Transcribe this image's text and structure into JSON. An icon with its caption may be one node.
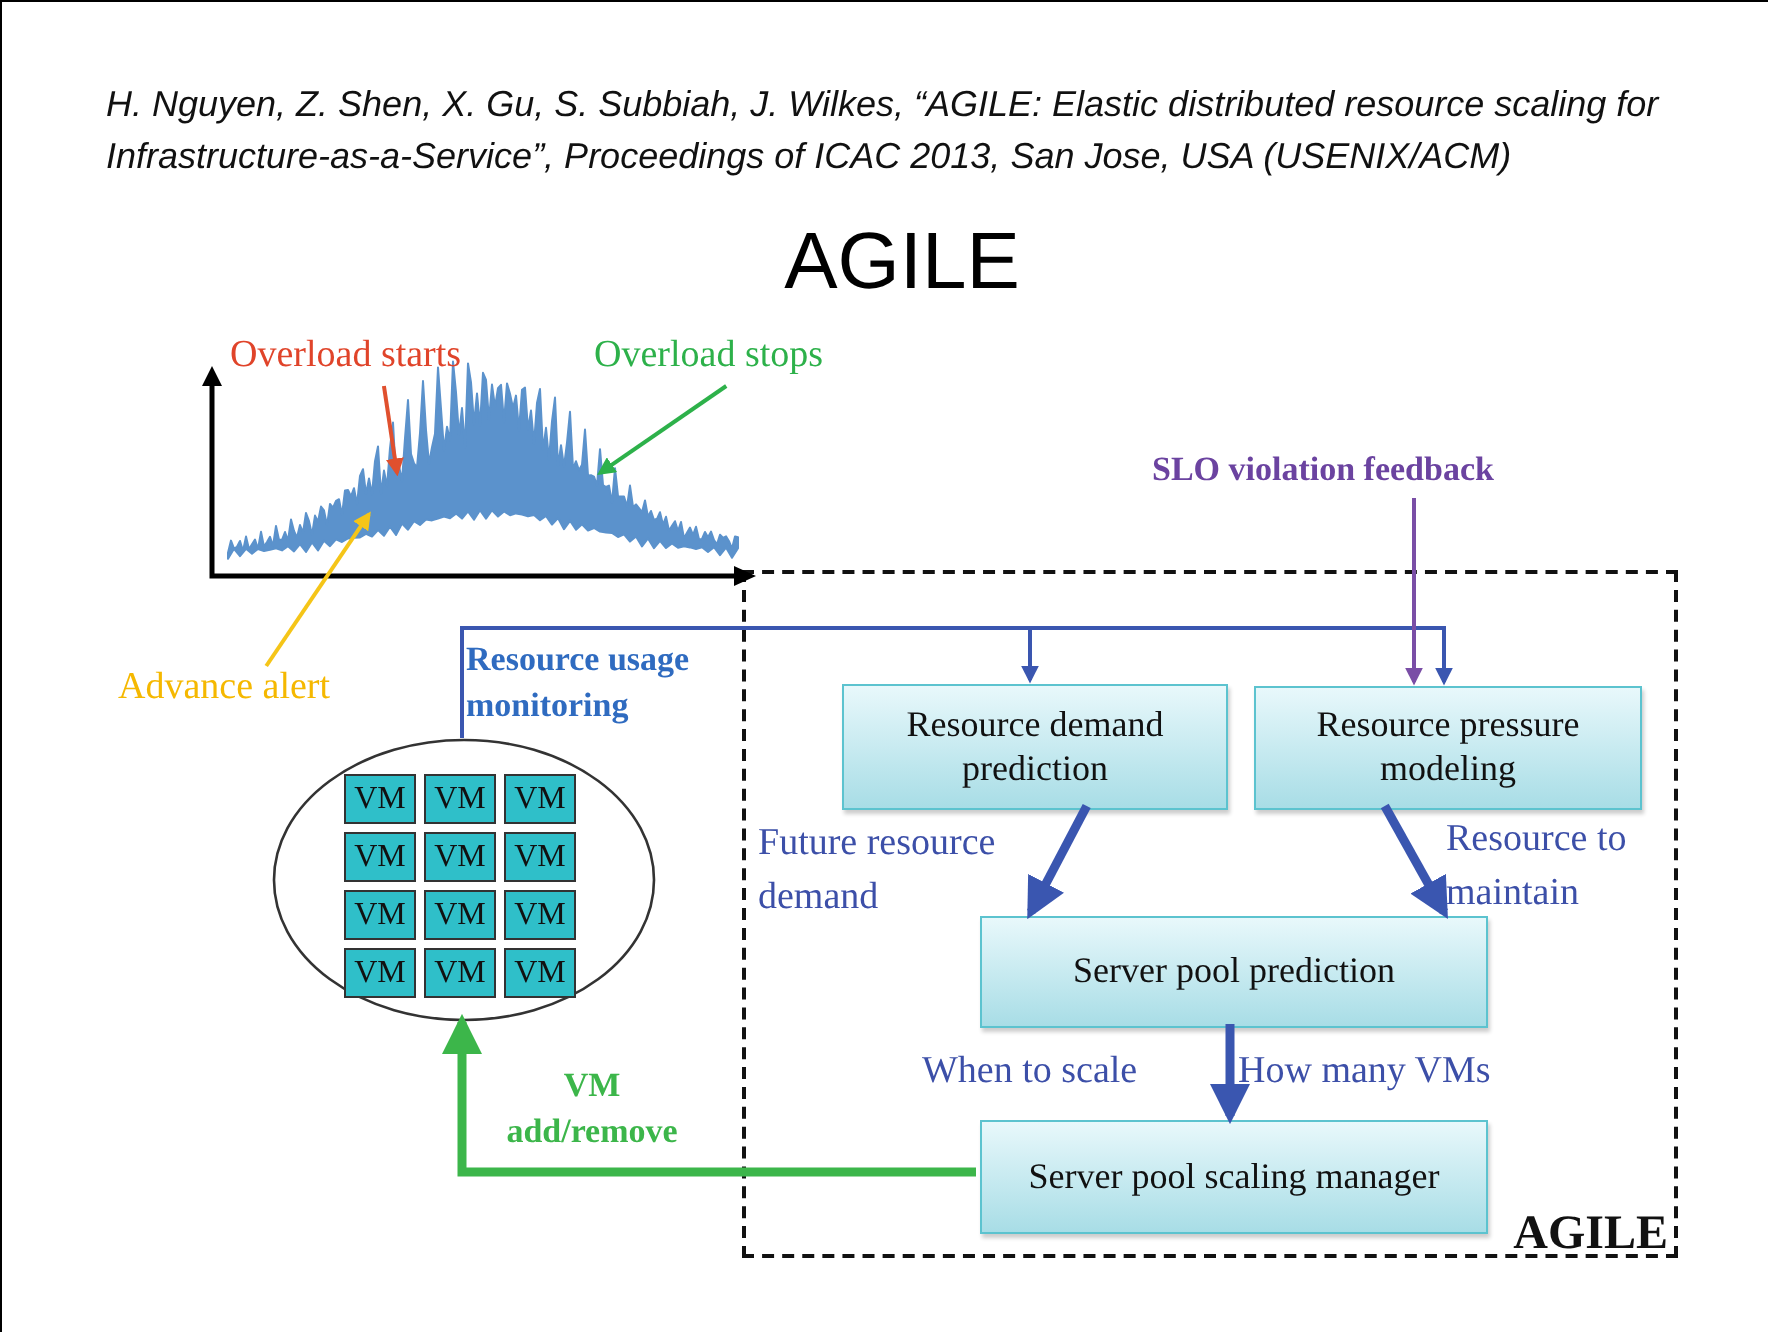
{
  "diagram": {
    "title": "AGILE",
    "nodes": [
      {
        "text": [],
        "shape": "circle"
      },
      {
        "text": [
          "VM"
        ],
        "in": 0
      },
      {
        "text": [
          "VM"
        ],
        "in": 0
      },
      {
        "text": [
          "VM"
        ],
        "in": 0
      },
      {
        "text": [
          "VM"
        ],
        "in": 0
      },
      {
        "text": [
          "VM"
        ],
        "in": 0
      },
      {
        "text": [
          "VM"
        ],
        "in": 0
      },
      {
        "text": [
          "VM"
        ],
        "in": 0
      },
      {
        "text": [
          "VM"
        ],
        "in": 0
      },
      {
        "text": [
          "VM"
        ],
        "in": 0
      },
      {
        "text": [
          "VM"
        ],
        "in": 0
      },
      {
        "text": [
          "VM"
        ],
        "in": 0
      },
      {
        "text": [
          "VM"
        ],
        "in": 0
      },
      {
        "text": [
          "AGILE"
        ]
      },
      {
        "text": [
          "Resource demand prediction"
        ],
        "in": 13
      },
      {
        "text": [
          "Resource pressure modeling"
        ],
        "in": 13
      },
      {
        "text": [
          "Server pool prediction"
        ],
        "in": 13
      },
      {
        "text": [
          "Server pool scaling manager"
        ],
        "in": 13
      },
      {
        "text": [
          "SLO violation feedback"
        ]
      },
      {
        "text": [],
        "shape": "picture"
      },
      {
        "text": [
          "Overload starts"
        ]
      },
      {
        "text": [
          "Overload stops"
        ]
      },
      {
        "text": [
          "Advance alert"
        ]
      }
    ],
    "edges": [
      {
        "from": 0,
        "to": 14,
        "arrow": "to",
        "label": "Resource usage monitoring"
      },
      {
        "from": 0,
        "to": 15,
        "arrow": "to"
      },
      {
        "from": 18,
        "to": 15,
        "arrow": "to",
        "color": "#7a4ea6"
      },
      {
        "from": 14,
        "to": 16,
        "arrow": "to",
        "label": "Future resource demand",
        "style": "thick"
      },
      {
        "from": 15,
        "to": 16,
        "arrow": "to",
        "label": "Resource to maintain",
        "style": "thick"
      },
      {
        "from": 16,
        "to": 17,
        "arrow": "to",
        "label": "When to scale",
        "style": "thick"
      },
      {
        "from": 17,
        "to": 0,
        "arrow": "to",
        "label": "VM add/remove",
        "color": "#3cb64a",
        "style": "thick"
      },
      {
        "from": 20,
        "to": 19,
        "arrow": "to",
        "color": "#e0502e"
      },
      {
        "from": 21,
        "to": 19,
        "arrow": "to",
        "color": "#2db14a"
      },
      {
        "from": 22,
        "to": 19,
        "arrow": "to",
        "color": "#f5c518"
      }
    ],
    "labels": [
      "H. Nguyen, Z. Shen, X. Gu, S. Subbiah, J. Wilkes, “AGILE: Elastic distributed resource scaling for Infrastructure-as-a-Service”, Proceedings of ICAC 2013, San Jose, USA (USENIX/ACM)",
      "How many VMs"
    ]
  }
}
